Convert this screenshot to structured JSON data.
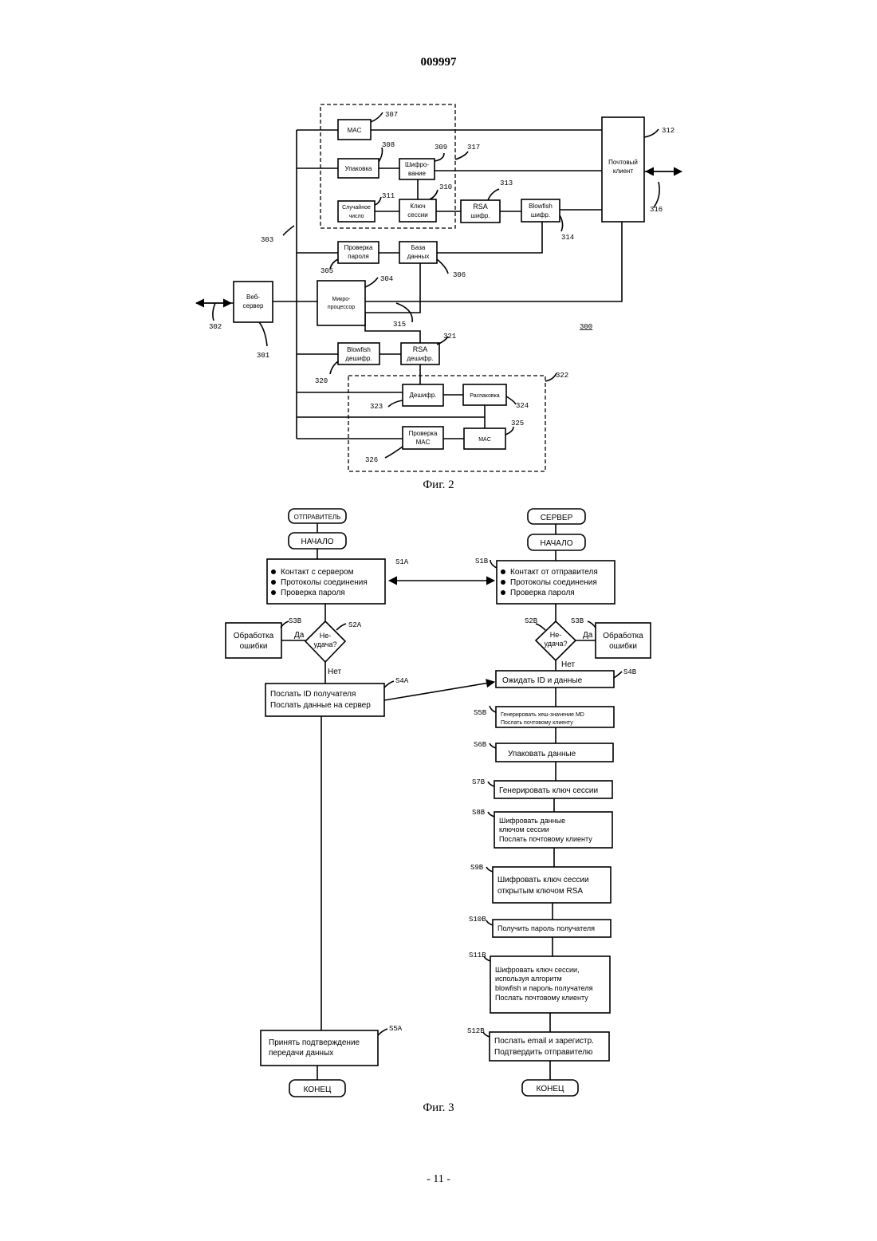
{
  "header": {
    "doc_number": "009997"
  },
  "fig2": {
    "caption": "Фиг. 2",
    "blocks": {
      "mac": [
        "MAC"
      ],
      "pack": [
        "Упаковка"
      ],
      "encrypt": [
        "Шифро-",
        "вание"
      ],
      "random": [
        "Случайное",
        "число"
      ],
      "session_key": [
        "Ключ",
        "сессии"
      ],
      "rsa_enc": [
        "RSA",
        "шифр."
      ],
      "blowfish_enc": [
        "Blowfish",
        "шифр."
      ],
      "mail_client": [
        "Почтовый",
        "клиент"
      ],
      "pwd_check": [
        "Проверка",
        "пароля"
      ],
      "database": [
        "База",
        "данных"
      ],
      "web_server": [
        "Веб-",
        "сервер"
      ],
      "cpu": [
        "Микро-",
        "процессор"
      ],
      "blowfish_dec": [
        "Blowfish",
        "дешифр."
      ],
      "rsa_dec": [
        "RSA",
        "дешифр."
      ],
      "decrypt": [
        "Дешифр."
      ],
      "unpack": [
        "Распаковка"
      ],
      "mac_check": [
        "Проверка",
        "MAC"
      ],
      "mac2": [
        "MAC"
      ]
    },
    "refs": {
      "r300": "300",
      "r301": "301",
      "r302": "302",
      "r303": "303",
      "r304": "304",
      "r305": "305",
      "r306": "306",
      "r307": "307",
      "r308": "308",
      "r309": "309",
      "r310": "310",
      "r311": "311",
      "r312": "312",
      "r313": "313",
      "r314": "314",
      "r315": "315",
      "r316": "316",
      "r317": "317",
      "r320": "320",
      "r321": "321",
      "r322": "322",
      "r323": "323",
      "r324": "324",
      "r325": "325",
      "r326": "326"
    }
  },
  "fig3": {
    "caption": "Фиг. 3",
    "sender": "ОТПРАВИТЕЛЬ",
    "server": "СЕРВЕР",
    "start_left": "НАЧАЛО",
    "start_right": "НАЧАЛО",
    "end_left": "КОНЕЦ",
    "end_right": "КОНЕЦ",
    "s1a": {
      "ref": "S1A",
      "items": [
        "Контакт с сервером",
        "Протоколы соединения",
        "Проверка пароля"
      ]
    },
    "s1b": {
      "ref": "S1B",
      "items": [
        "Контакт от отправителя",
        "Протоколы соединения",
        "Проверка пароля"
      ]
    },
    "s2a": {
      "ref": "S2A",
      "lines": [
        "Не-",
        "удача?"
      ],
      "yes": "Да",
      "no": "Нет"
    },
    "s2b": {
      "ref": "S2B",
      "lines": [
        "Не-",
        "удача?"
      ],
      "yes": "Да",
      "no": "Нет"
    },
    "s3b_left": {
      "ref": "S3B",
      "lines": [
        "Обработка",
        "ошибки"
      ]
    },
    "s3b_right": {
      "ref": "S3B",
      "lines": [
        "Обработка",
        "ошибки"
      ]
    },
    "s4a": {
      "ref": "S4A",
      "lines": [
        "Послать ID получателя",
        "Послать данные на сервер"
      ]
    },
    "s4b": {
      "ref": "S4B",
      "lines": [
        "Ожидать ID и данные"
      ]
    },
    "s5b": {
      "ref": "S5B",
      "lines": [
        "Генерировать хеш-значение MD",
        "Послать почтовому клиенту"
      ]
    },
    "s6b": {
      "ref": "S6B",
      "lines": [
        "Упаковать данные"
      ]
    },
    "s7b": {
      "ref": "S7B",
      "lines": [
        "Генерировать ключ сессии"
      ]
    },
    "s8b": {
      "ref": "S8B",
      "lines": [
        "Шифровать данные",
        "ключом сессии",
        "Послать почтовому клиенту"
      ]
    },
    "s9b": {
      "ref": "S9B",
      "lines": [
        "Шифровать ключ сессии",
        "открытым ключом RSA"
      ]
    },
    "s10b": {
      "ref": "S10B",
      "lines": [
        "Получить пароль получателя"
      ]
    },
    "s11b": {
      "ref": "S11B",
      "lines": [
        "Шифровать ключ сессии,",
        "используя алгоритм",
        "blowfish и пароль получателя",
        "Послать почтовому клиенту"
      ]
    },
    "s12b": {
      "ref": "S12B",
      "lines": [
        "Послать email и зарегистр.",
        "Подтвердить отправителю"
      ]
    },
    "s5a": {
      "ref": "S5A",
      "lines": [
        "Принять подтверждение",
        "передачи данных"
      ]
    }
  },
  "footer": {
    "page_number": "- 11 -"
  }
}
